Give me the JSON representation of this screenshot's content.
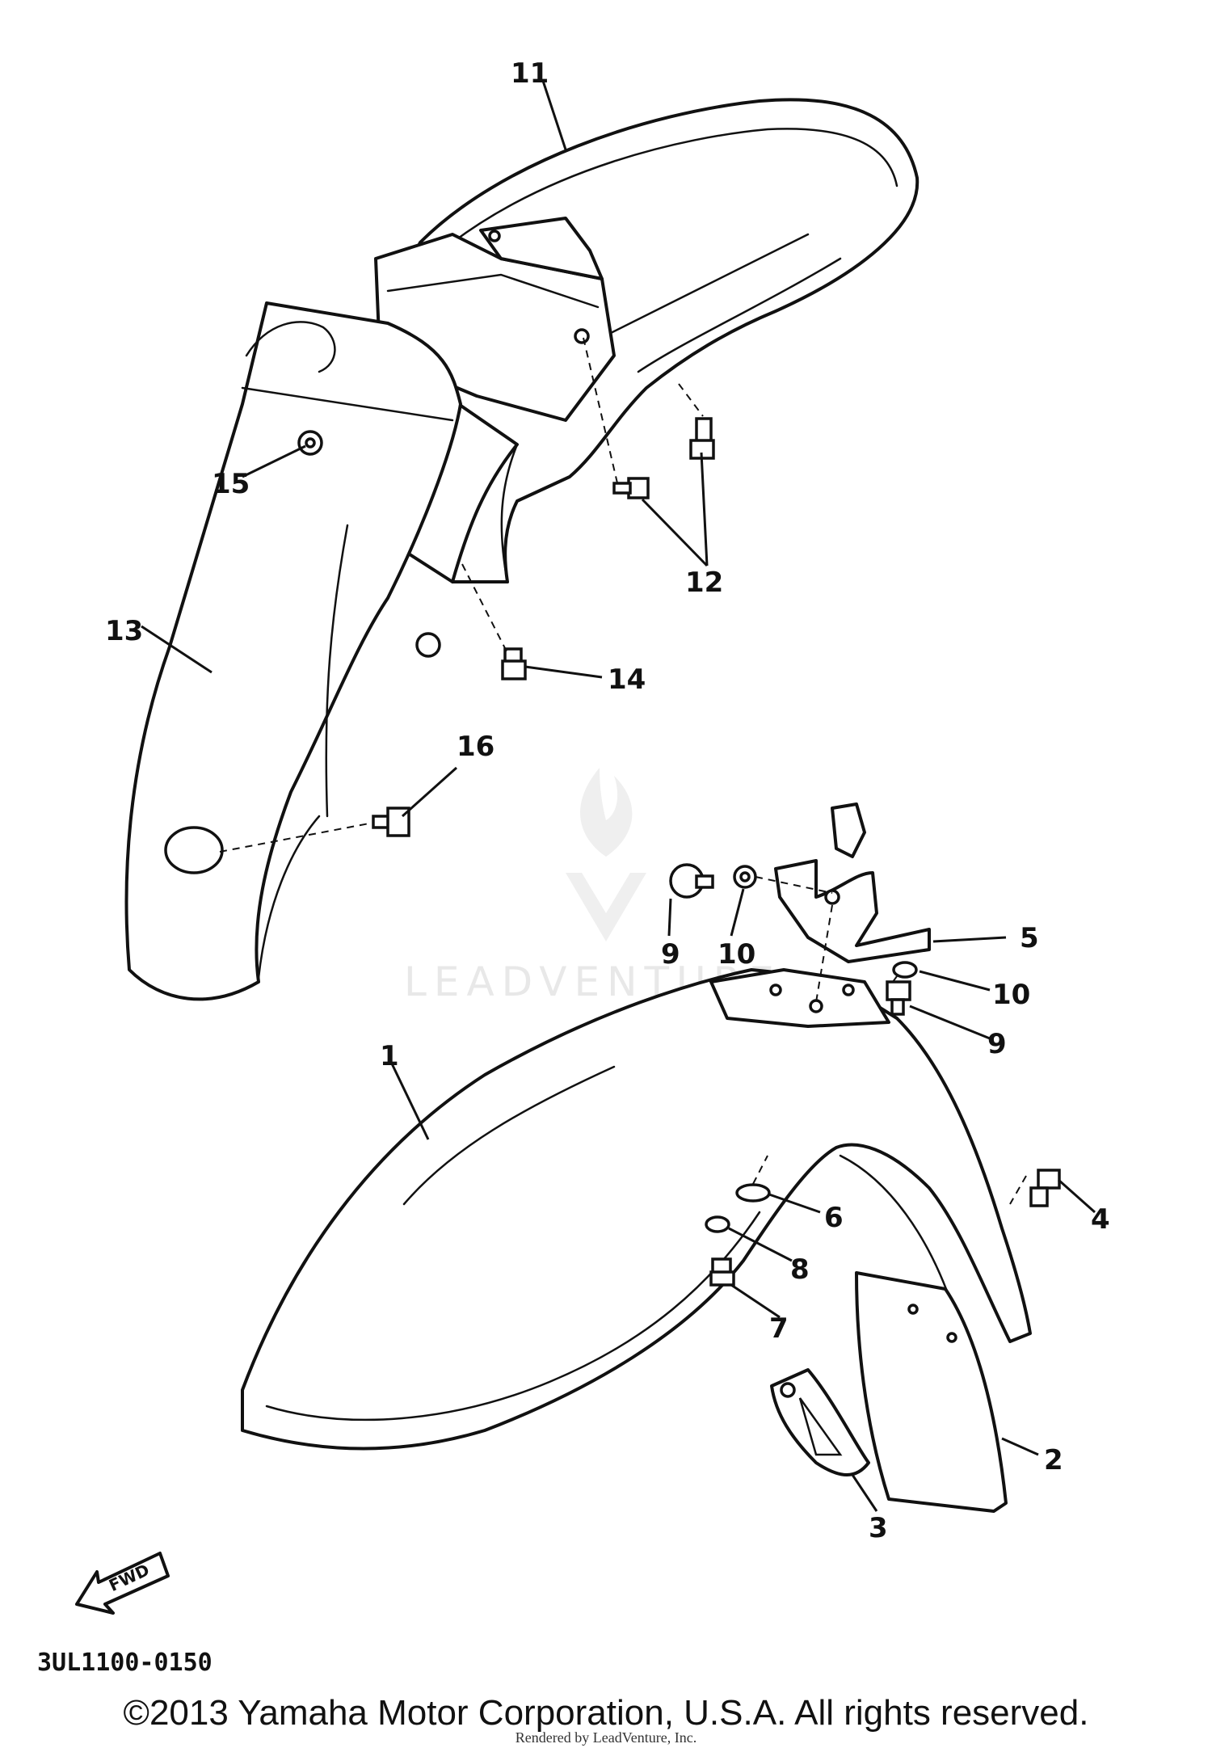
{
  "callouts": {
    "c1": "1",
    "c2": "2",
    "c3": "3",
    "c4": "4",
    "c5": "5",
    "c6": "6",
    "c7": "7",
    "c8": "8",
    "c9a": "9",
    "c9b": "9",
    "c10a": "10",
    "c10b": "10",
    "c11": "11",
    "c12": "12",
    "c13": "13",
    "c14": "14",
    "c15": "15",
    "c16": "16"
  },
  "fwd_label": "FWD",
  "watermark": "LEADVENTURE",
  "part_code": "3UL1100-0150",
  "copyright": "©2013 Yamaha Motor Corporation, U.S.A. All rights reserved.",
  "rendered_by": "Rendered by LeadVenture, Inc.",
  "colors": {
    "ink": "#111111",
    "watermark": "#e8e8e8",
    "background": "#ffffff"
  }
}
